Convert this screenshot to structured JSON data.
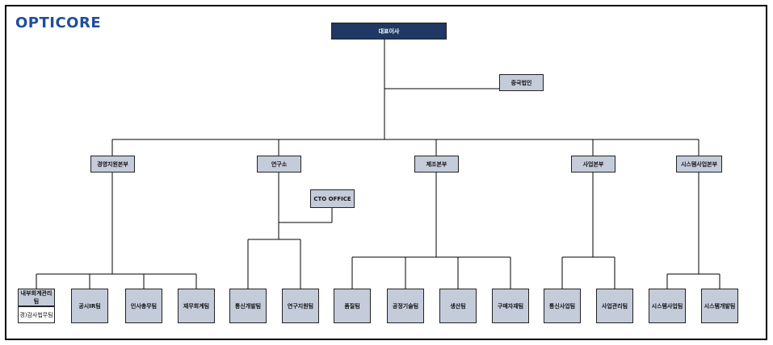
{
  "logo": "OPTICORE",
  "ceo": "대표이사",
  "china": "중국법인",
  "cto": "CTO OFFICE",
  "divisions": [
    "경영지원본부",
    "연구소",
    "제조본부",
    "사업본부",
    "시스템사업본부"
  ],
  "teams": [
    "내부회계관리팀",
    "공시IR팀",
    "인사총무팀",
    "재무회계팀",
    "통신개발팀",
    "연구지원팀",
    "품질팀",
    "공정기술팀",
    "생산팀",
    "구매자재팀",
    "통신사업팀",
    "사업관리팀",
    "시스템사업팀",
    "시스템개발팀"
  ],
  "sub_team": "경)감사법무팀",
  "colors": {
    "ceo": "#1f3864",
    "box": "#c4ccda",
    "logo": "#1f4e9a"
  }
}
